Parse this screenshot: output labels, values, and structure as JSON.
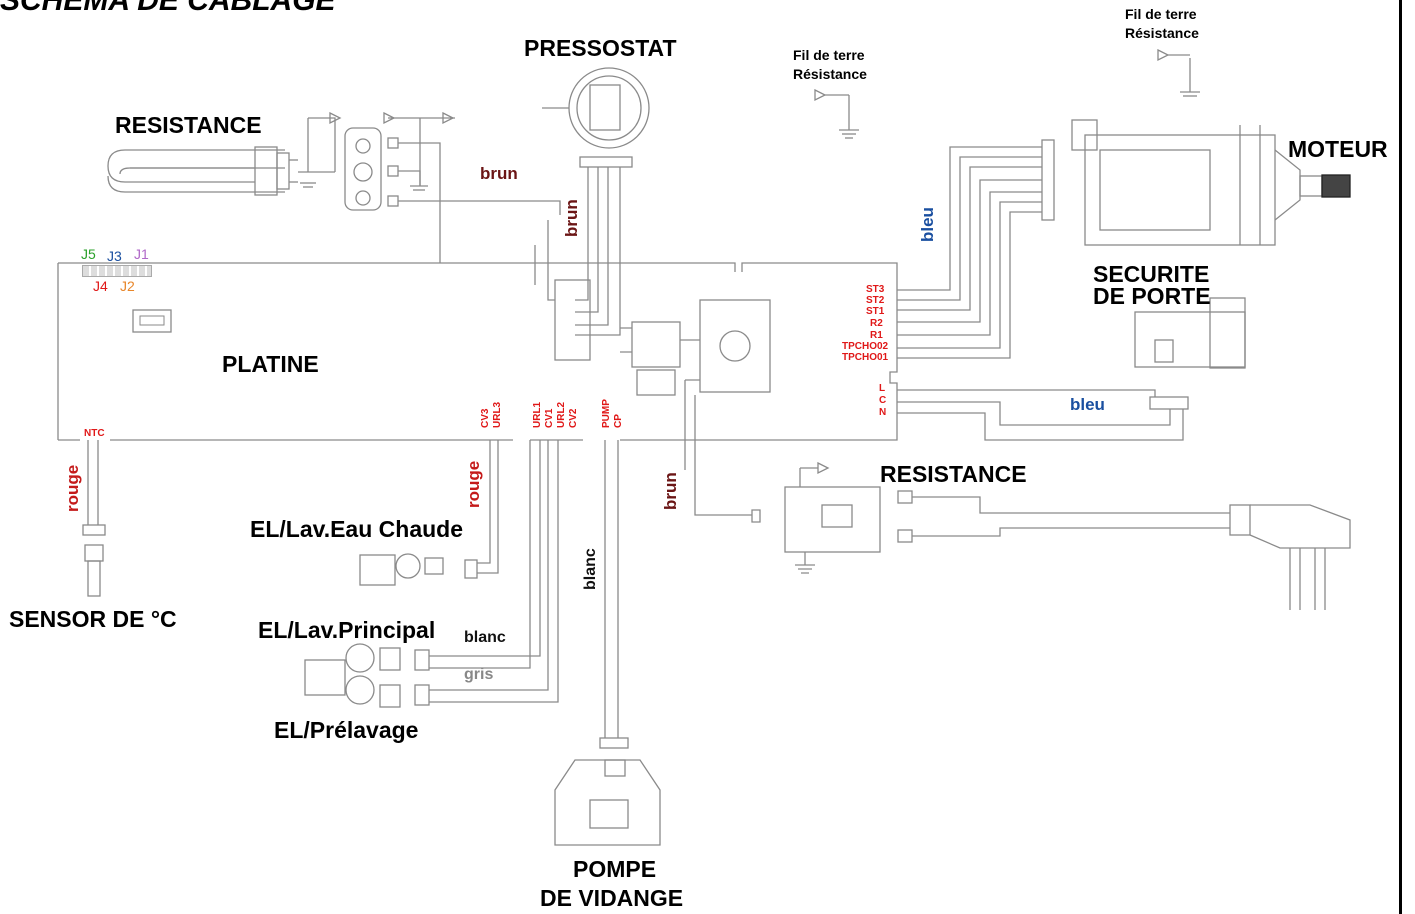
{
  "title": "SCHEMA DE CABLAGE",
  "components": {
    "pressostat": "PRESSOSTAT",
    "resistance_top": "RESISTANCE",
    "moteur": "MOTEUR",
    "securite": [
      "SECURITE",
      "DE PORTE"
    ],
    "platine": "PLATINE",
    "resistance_bottom": "RESISTANCE",
    "el_eau_chaude": "EL/Lav.Eau Chaude",
    "el_principal": "EL/Lav.Principal",
    "el_prelavage": "EL/Prélavage",
    "sensor": "SENSOR DE °C",
    "pompe": [
      "POMPE",
      "DE VIDANGE"
    ]
  },
  "earth_notes": {
    "middle": [
      "Fil de terre",
      "Résistance"
    ],
    "right": [
      "Fil de terre",
      "Résistance"
    ]
  },
  "wire_colors": {
    "brun_1": "brun",
    "brun_2": "brun",
    "brun_3": "brun",
    "bleu_1": "bleu",
    "bleu_2": "bleu",
    "rouge_1": "rouge",
    "rouge_2": "rouge",
    "blanc_1": "blanc",
    "blanc_2": "blanc",
    "gris": "gris"
  },
  "connectors": {
    "j5": "J5",
    "j3": "J3",
    "j1": "J1",
    "j4": "J4",
    "j2": "J2"
  },
  "pins_right": [
    "ST3",
    "ST2",
    "ST1",
    "R2",
    "R1",
    "TPCHO02",
    "TPCHO01"
  ],
  "pins_lcn": [
    "L",
    "C",
    "N"
  ],
  "pins_bottom": {
    "cv3": "CV3",
    "url3": "URL3",
    "url1": "URL1",
    "cv1": "CV1",
    "url2": "URL2",
    "cv2": "CV2",
    "pump": "PUMP",
    "cp": "CP",
    "ntc": "NTC"
  },
  "palette": {
    "brun": "#6b1515",
    "bleu": "#1a4fa0",
    "rouge": "#c41a1a",
    "pin_red": "#e01818",
    "line_gray": "#8a8a8a"
  }
}
